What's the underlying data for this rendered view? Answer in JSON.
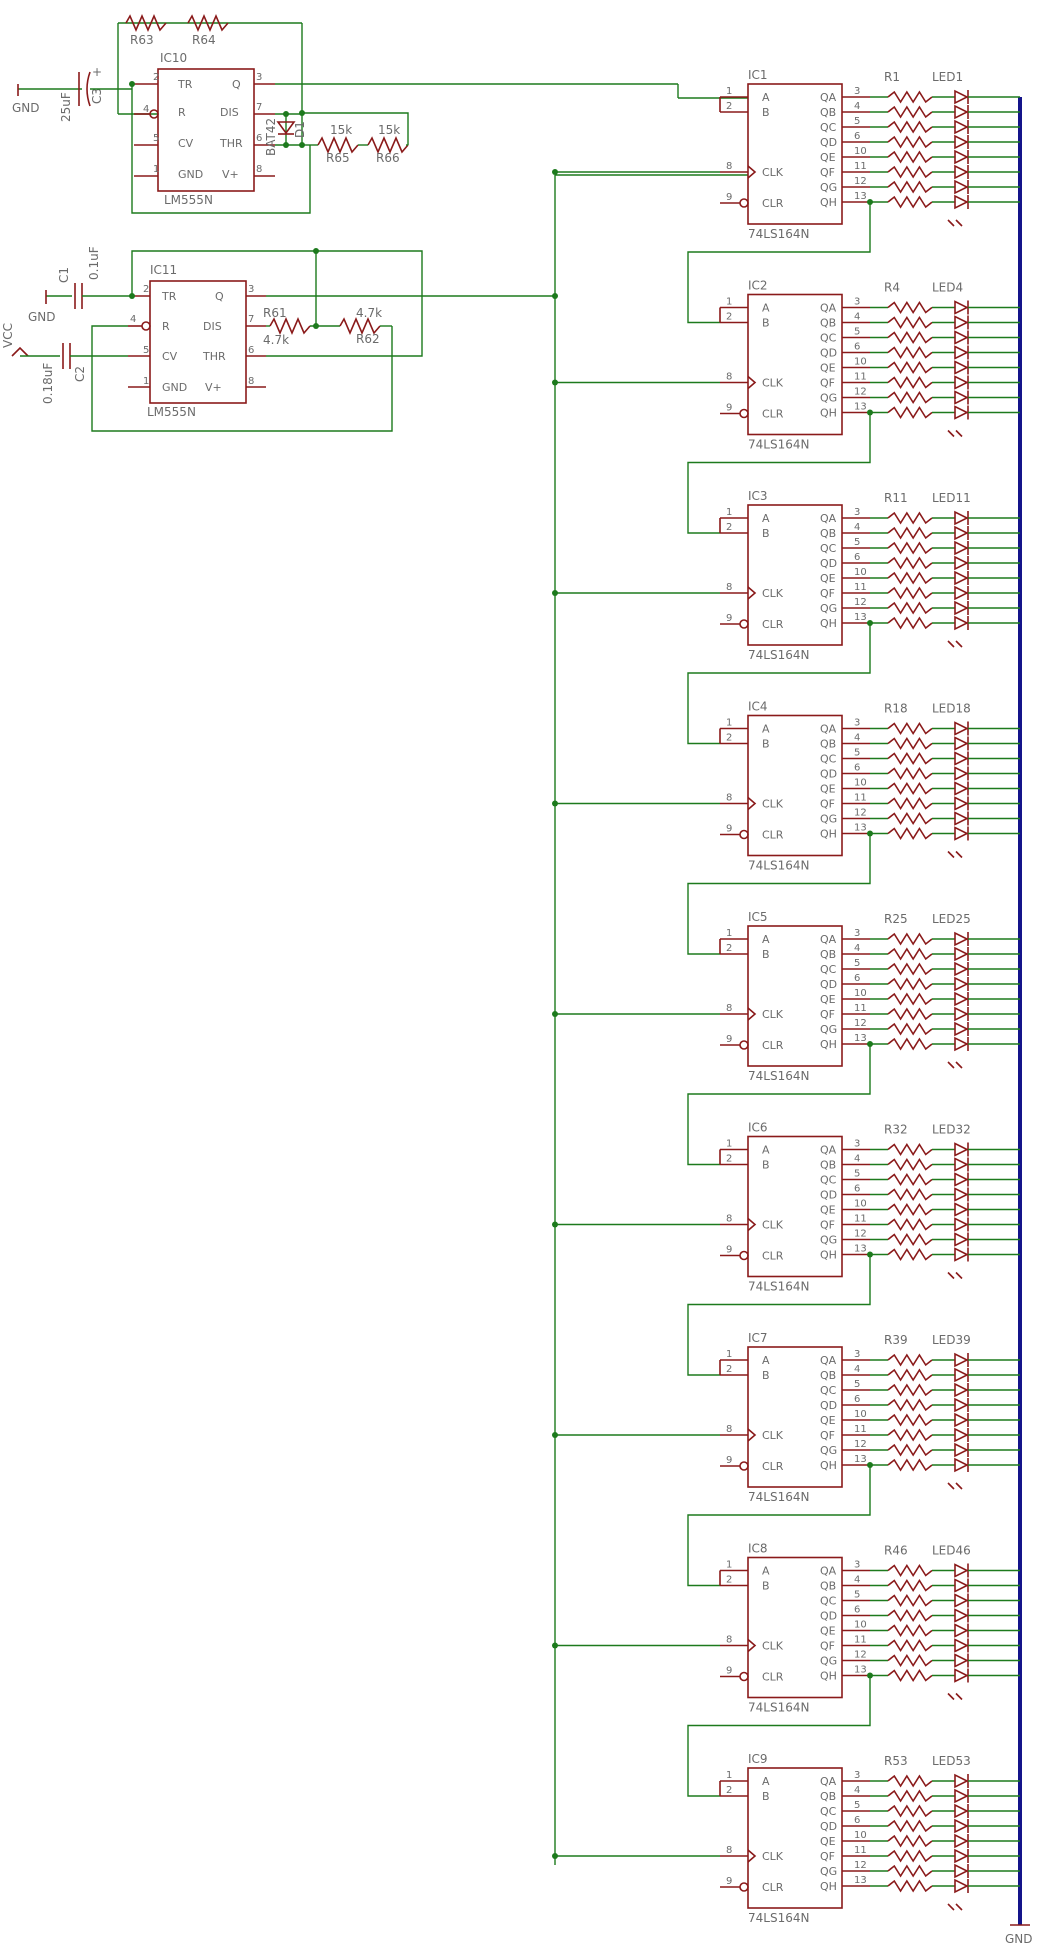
{
  "colors": {
    "wire": "#1d7a1d",
    "component": "#8a1a1a",
    "bus": "#14148a",
    "label": "#6b6b6b"
  },
  "power": {
    "gnd": "GND",
    "vcc": "VCC",
    "bus_gnd": "GND"
  },
  "timer_parts": {
    "pin_names_left": [
      "TR",
      "R",
      "CV",
      "GND"
    ],
    "pin_names_right": [
      "Q",
      "DIS",
      "THR",
      "V+"
    ],
    "pin_numbers_left": [
      "2",
      "4",
      "5",
      "1"
    ],
    "pin_numbers_right": [
      "3",
      "7",
      "6",
      "8"
    ]
  },
  "timers": [
    {
      "name": "IC10",
      "type": "LM555N",
      "r_a": "R63",
      "r_b": "R64",
      "cap": "C3",
      "cap_value": "25uF",
      "diode": "D1",
      "diode_type": "BAT42",
      "r_c": "R65",
      "r_c_value": "15k",
      "r_d": "R66",
      "r_d_value": "15k"
    },
    {
      "name": "IC11",
      "type": "LM555N",
      "c1": "C1",
      "c1_value": "0.1uF",
      "c2": "C2",
      "c2_value": "0.18uF",
      "r1": "R61",
      "r1_value": "4.7k",
      "r2": "R62",
      "r2_value": "4.7k"
    }
  ],
  "register_parts": {
    "type": "74LS164N",
    "pin_names_left": [
      "A",
      "B",
      "CLK",
      "CLR"
    ],
    "pin_numbers_left": [
      "1",
      "2",
      "8",
      "9"
    ],
    "pin_names_right": [
      "QA",
      "QB",
      "QC",
      "QD",
      "QE",
      "QF",
      "QG",
      "QH"
    ],
    "pin_numbers_right": [
      "3",
      "4",
      "5",
      "6",
      "10",
      "11",
      "12",
      "13"
    ]
  },
  "registers": [
    {
      "ic": "IC1",
      "first_resistor": "R1",
      "first_led": "LED1"
    },
    {
      "ic": "IC2",
      "first_resistor": "R4",
      "first_led": "LED4"
    },
    {
      "ic": "IC3",
      "first_resistor": "R11",
      "first_led": "LED11"
    },
    {
      "ic": "IC4",
      "first_resistor": "R18",
      "first_led": "LED18"
    },
    {
      "ic": "IC5",
      "first_resistor": "R25",
      "first_led": "LED25"
    },
    {
      "ic": "IC6",
      "first_resistor": "R32",
      "first_led": "LED32"
    },
    {
      "ic": "IC7",
      "first_resistor": "R39",
      "first_led": "LED39"
    },
    {
      "ic": "IC8",
      "first_resistor": "R46",
      "first_led": "LED46"
    },
    {
      "ic": "IC9",
      "first_resistor": "R53",
      "first_led": "LED53"
    }
  ]
}
